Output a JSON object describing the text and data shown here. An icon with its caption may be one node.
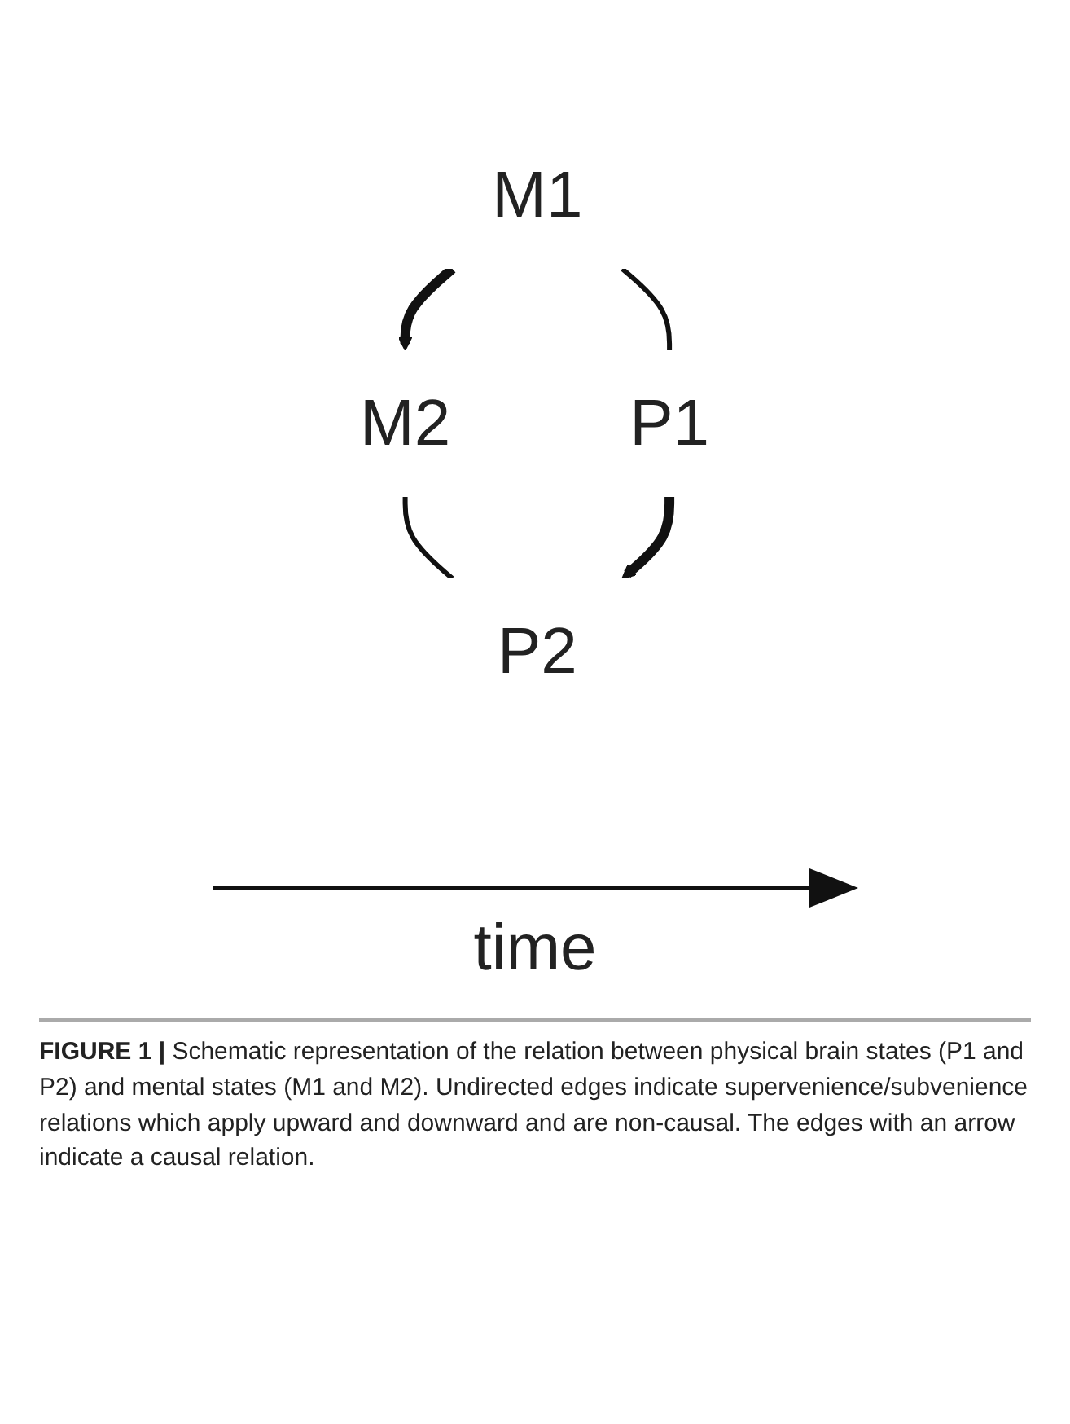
{
  "diagram": {
    "caption": "**FIGURE 1 |** Schematic representation of the relation between physical brain states (P1 and P2) and mental states (M1 and M2). Undirected edges indicate supervenience/subvenience relations which apply upward and downward and are non-causal. The edges with an arrow indicate a causal relation.",
    "nodes": [
      {
        "text": [
          "M1"
        ]
      },
      {
        "text": [
          "M2"
        ]
      },
      {
        "text": [
          "P1"
        ]
      },
      {
        "text": [
          "P2"
        ]
      }
    ],
    "edges": [
      {
        "from": 0,
        "to": 1,
        "arrow": "to",
        "style": "thick"
      },
      {
        "from": 0,
        "to": 2,
        "arrow": "none"
      },
      {
        "from": 1,
        "to": 3,
        "arrow": "none"
      },
      {
        "from": 2,
        "to": 3,
        "arrow": "to",
        "style": "thick"
      }
    ],
    "labels": [
      "time"
    ]
  }
}
